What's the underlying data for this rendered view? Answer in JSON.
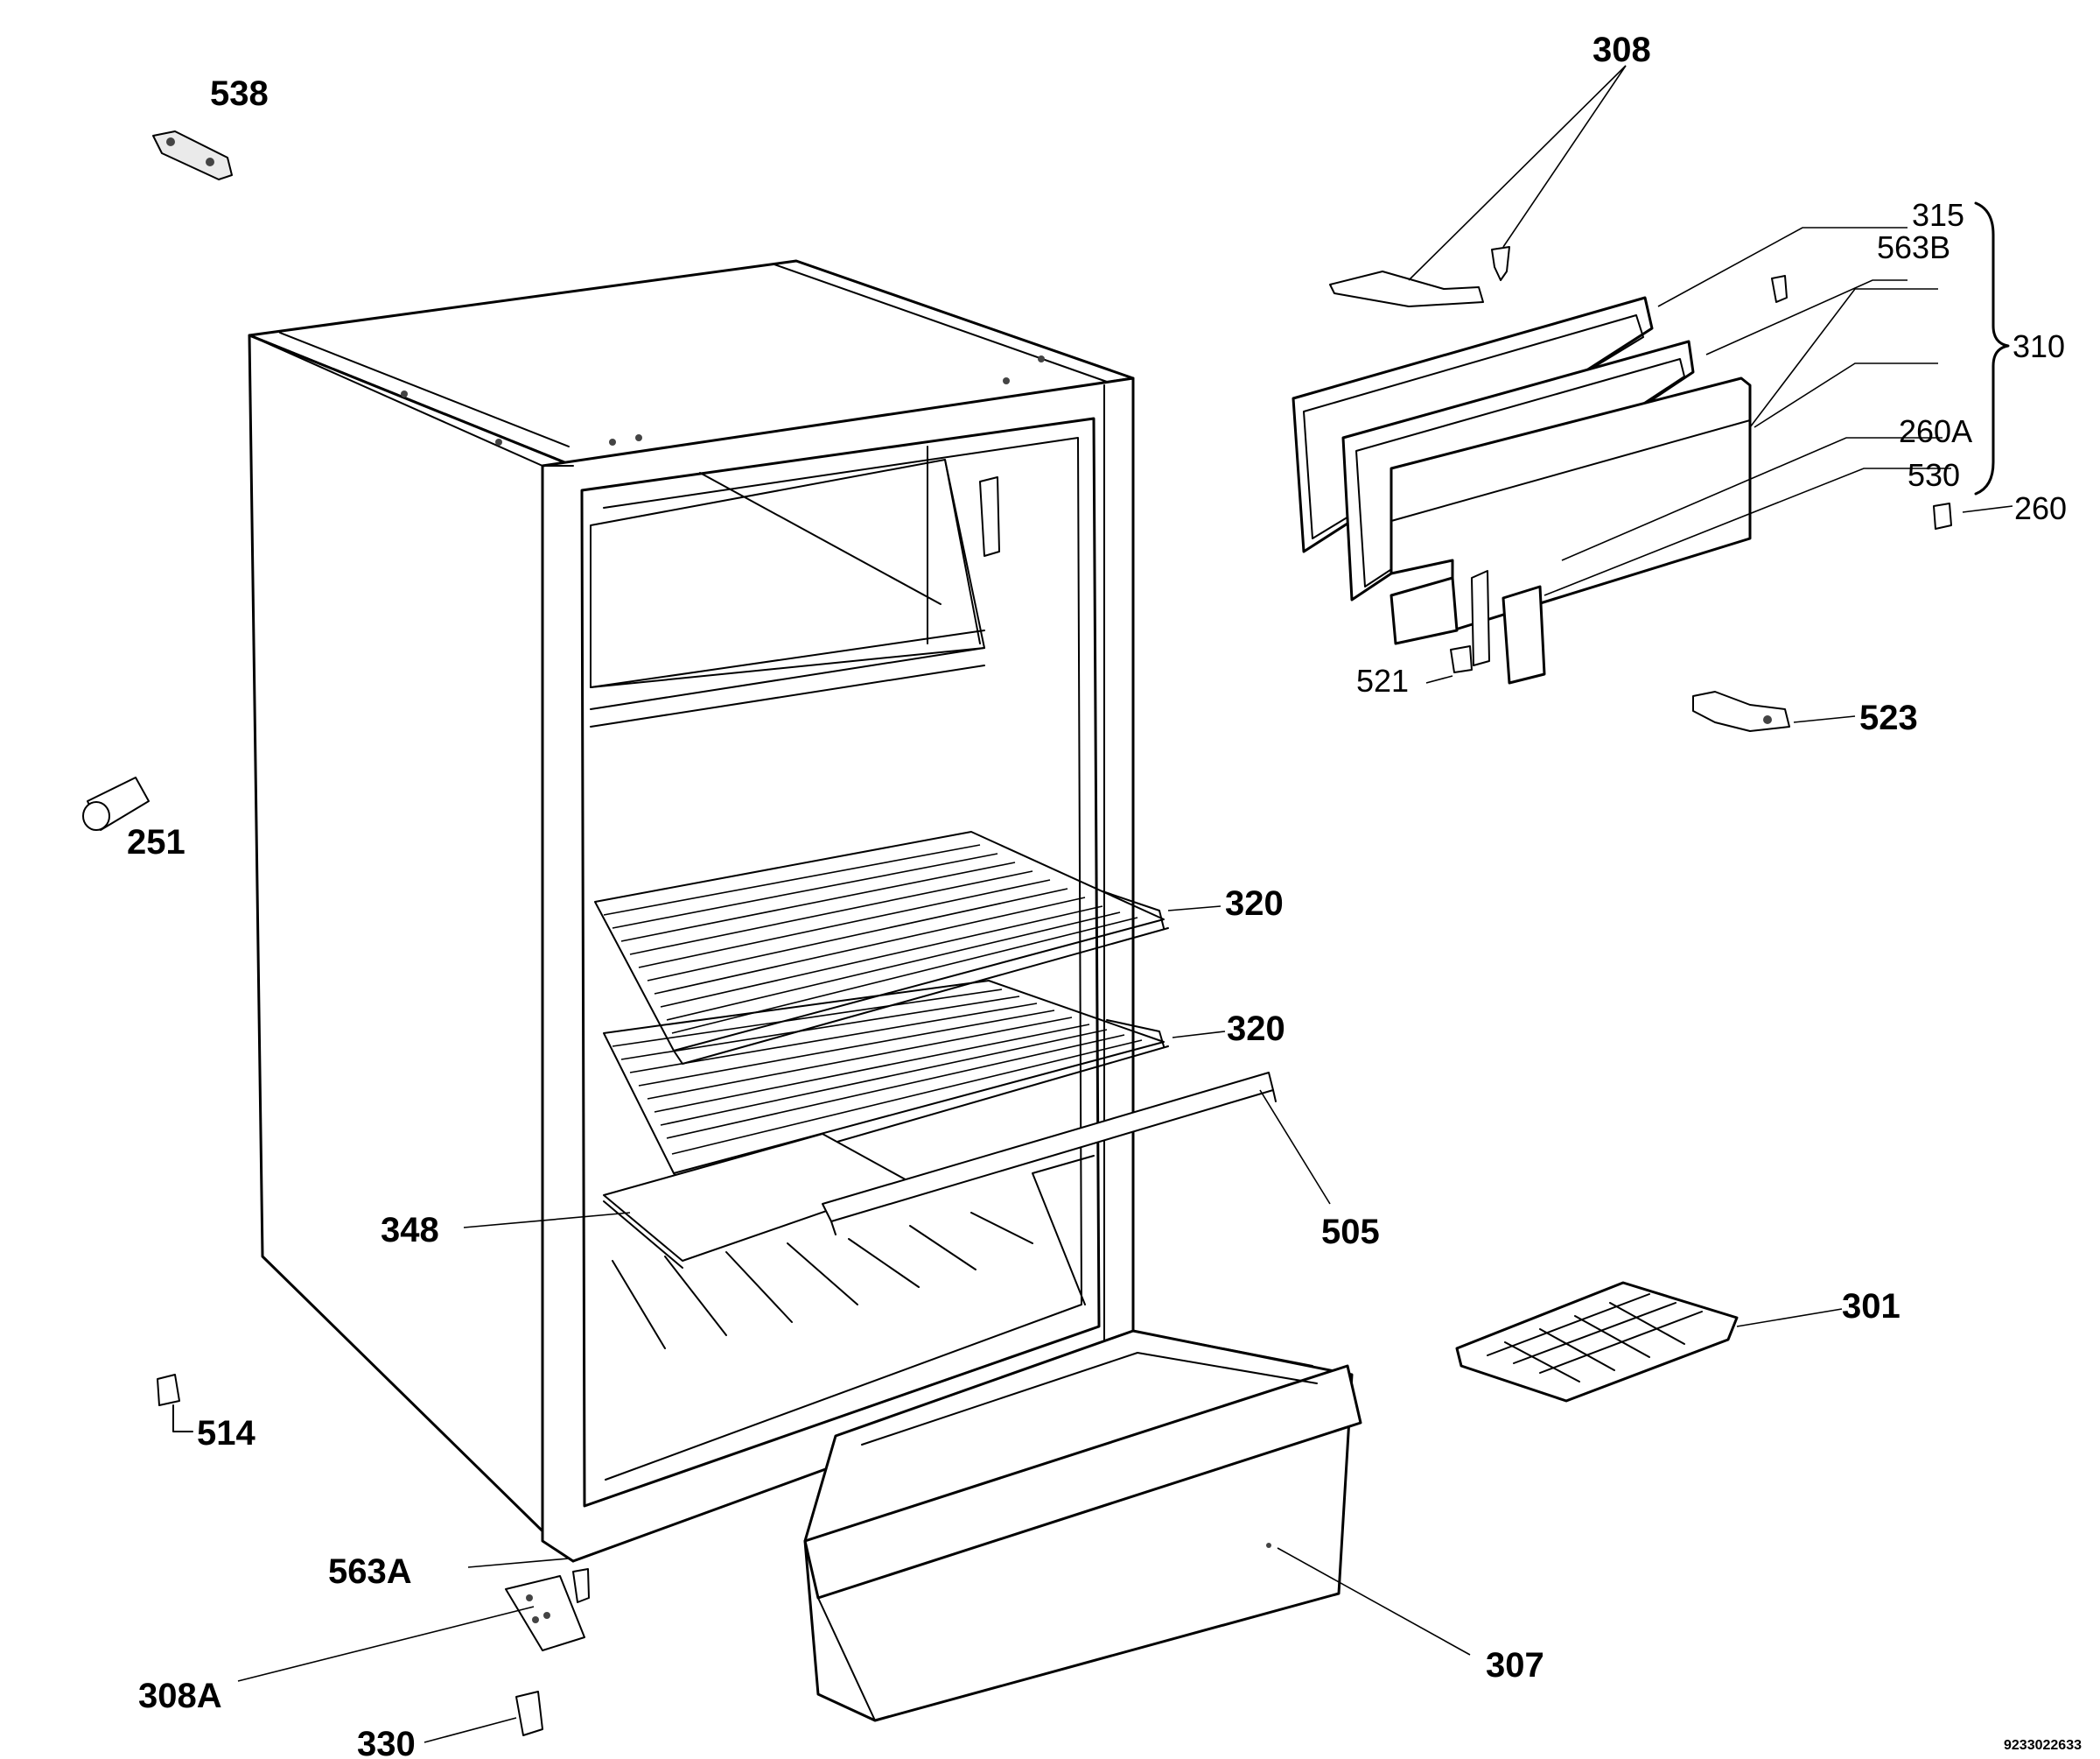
{
  "figure": {
    "doc_id": "9233022633"
  },
  "callouts": {
    "c538": "538",
    "c308": "308",
    "c315": "315",
    "c563b": "563B",
    "c310": "310",
    "c260a": "260A",
    "c530": "530",
    "c260": "260",
    "c521": "521",
    "c523": "523",
    "c251": "251",
    "c320a": "320",
    "c320b": "320",
    "c348": "348",
    "c505": "505",
    "c301": "301",
    "c514": "514",
    "c563a": "563A",
    "c308a": "308A",
    "c307": "307",
    "c330": "330"
  }
}
